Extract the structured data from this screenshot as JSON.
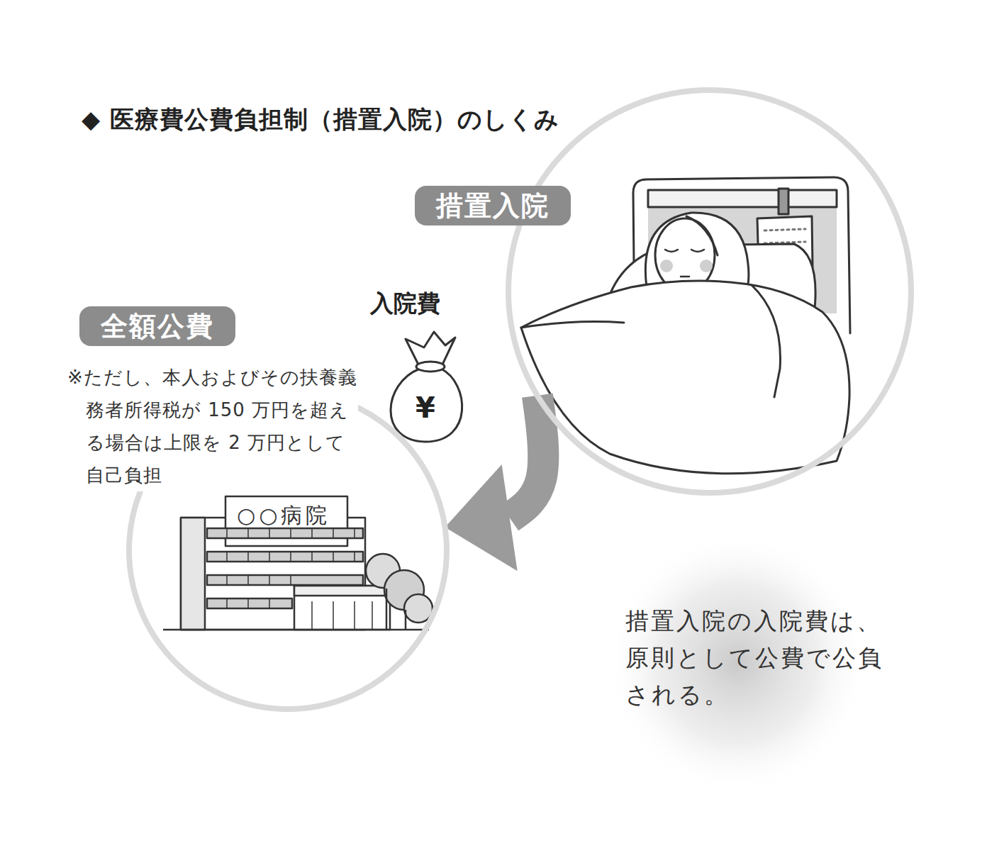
{
  "diagram": {
    "title": "◆ 医療費公費負担制（措置入院）のしくみ",
    "caption": "措置入院の入院費は、原則として公費で公負される。",
    "nodes": [
      {
        "text": [
          "措置入院"
        ]
      },
      {
        "text": [
          "全額公費",
          "※ただし、本人およびその扶養義務者所得税が 150 万円を超える場合は上限を 2 万円として自己負担"
        ]
      }
    ],
    "edges": [
      {
        "from": 0,
        "to": 1,
        "arrow": "to",
        "label": "入院費"
      }
    ],
    "labels": [
      "○○病院",
      "¥"
    ]
  }
}
